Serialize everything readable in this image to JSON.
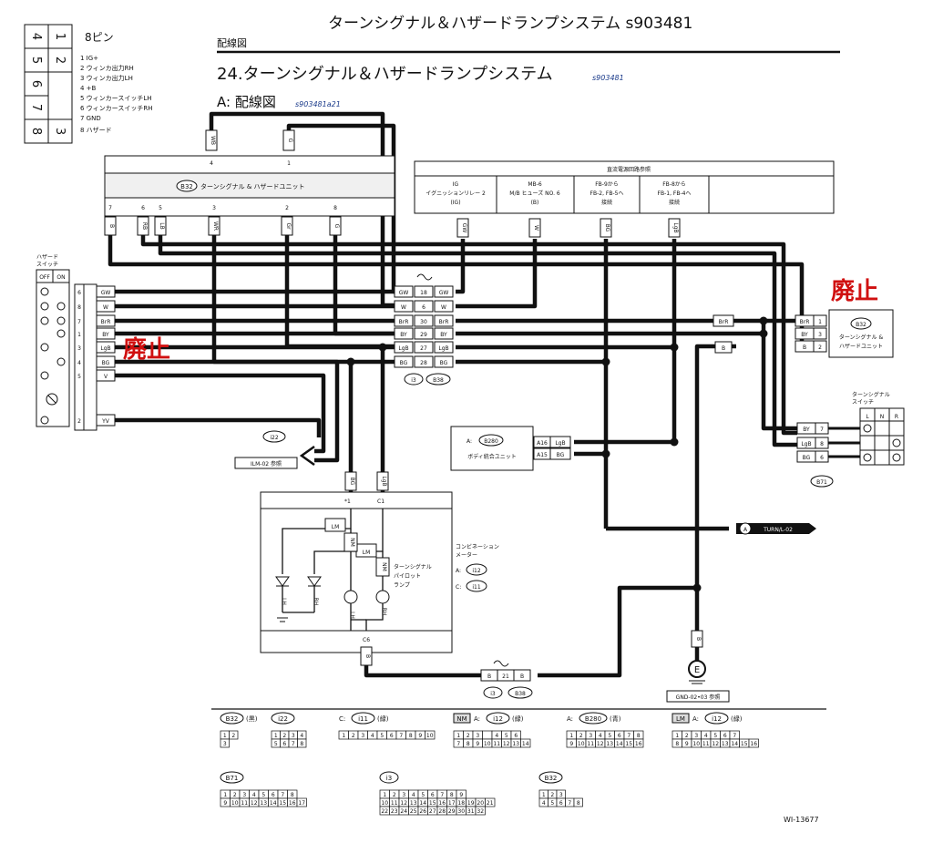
{
  "page_title": "ターンシグナル＆ハザードランプシステム s903481",
  "breadcrumb": "配線図",
  "section_title": "24.ターンシグナル＆ハザードランプシステム",
  "section_code": "s903481",
  "subsection_title": "A:  配線図",
  "subsection_code": "s903481a21",
  "figure_id": "WI-13677",
  "legend": {
    "header": "8ピン",
    "left_pins": [
      "4",
      "5",
      "6",
      "7",
      "8"
    ],
    "right_pins": [
      "1",
      "2",
      "3"
    ],
    "items": [
      "1 IG+",
      "2 ウィンカ出力RH",
      "3 ウィンカ出力LH",
      "4 +B",
      "5 ウィンカースイッチLH",
      "6 ウィンカースイッチRH",
      "7 GND",
      "8 ハザード"
    ]
  },
  "abolished_labels": [
    "廃止",
    "廃止"
  ],
  "unit_b32": {
    "code": "B32",
    "name": "ターンシグナル & ハザードユニット",
    "top_pins": [
      {
        "pin": "4",
        "wire": "WB"
      },
      {
        "pin": "1",
        "wire": "G"
      }
    ],
    "bottom_pins": [
      {
        "pin": "7",
        "wire": "B"
      },
      {
        "pin": "6",
        "wire": "RB"
      },
      {
        "pin": "5",
        "wire": "LB"
      },
      {
        "pin": "3",
        "wire": "WR"
      },
      {
        "pin": "2",
        "wire": "Gr"
      },
      {
        "pin": "8",
        "wire": "G"
      }
    ]
  },
  "power_ref": {
    "header": "直流電源回路参照",
    "cells": [
      {
        "lines": [
          "IG",
          "イグニッションリレー 2",
          "(IG)"
        ],
        "wire": "GW"
      },
      {
        "lines": [
          "MB-6",
          "M/B ヒューズ NO. 6",
          "(B)"
        ],
        "wire": "W"
      },
      {
        "lines": [
          "FB-9から",
          "FB-2, FB-5へ",
          "接続"
        ],
        "wire": "BG"
      },
      {
        "lines": [
          "FB-8から",
          "FB-1, FB-4へ",
          "接続"
        ],
        "wire": "LgB"
      }
    ]
  },
  "hazard_switch": {
    "title": [
      "ハザード",
      "スイッチ"
    ],
    "states": [
      "OFF",
      "ON"
    ],
    "pins": [
      {
        "pin": "6",
        "wire": "GW"
      },
      {
        "pin": "8",
        "wire": "W"
      },
      {
        "pin": "7",
        "wire": "BrR"
      },
      {
        "pin": "1",
        "wire": "BY"
      },
      {
        "pin": "3",
        "wire": "LgB"
      },
      {
        "pin": "4",
        "wire": "BG"
      },
      {
        "pin": "5",
        "wire": "V"
      },
      {
        "pin": "2",
        "wire": "YV"
      }
    ]
  },
  "joint_connector": {
    "rows": [
      {
        "left": "GW",
        "pin": "18",
        "right": "GW"
      },
      {
        "left": "W",
        "pin": "6",
        "right": "W"
      },
      {
        "left": "BrR",
        "pin": "30",
        "right": "BrR"
      },
      {
        "left": "BY",
        "pin": "29",
        "right": "BY"
      },
      {
        "left": "LgB",
        "pin": "27",
        "right": "LgB"
      },
      {
        "left": "BG",
        "pin": "28",
        "right": "BG"
      }
    ],
    "codes": [
      "i3",
      "B38"
    ]
  },
  "right_unit_b32": {
    "code": "B32",
    "name": [
      "ターンシグナル &",
      "ハザードユニット"
    ],
    "pins": [
      {
        "wire": "BrR",
        "pin": "1"
      },
      {
        "wire": "BY",
        "pin": "3"
      },
      {
        "wire": "B",
        "pin": "2"
      }
    ]
  },
  "brr_label": "BrR",
  "b_label": "B",
  "turn_switch": {
    "title": [
      "ターンシグナル",
      "スイッチ"
    ],
    "cols": [
      "L",
      "N",
      "R"
    ],
    "pins": [
      {
        "wire": "BY",
        "pin": "7"
      },
      {
        "wire": "LgB",
        "pin": "8"
      },
      {
        "wire": "BG",
        "pin": "6"
      }
    ],
    "code": "B71"
  },
  "body_unit": {
    "prefix": "A:",
    "code": "B280",
    "name": "ボディ統合ユニット",
    "pins": [
      {
        "pin": "A16",
        "wire": "LgB"
      },
      {
        "pin": "A15",
        "wire": "BG"
      }
    ]
  },
  "ilm_ref": "ILM-02 参照",
  "i22": "i22",
  "meter": {
    "wires_top": [
      {
        "pin": "*1",
        "wire": "BG"
      },
      {
        "pin": "C1",
        "wire": "LgB"
      }
    ],
    "lm": "LM",
    "nm": "NM",
    "lamps": [
      "LH",
      "RH"
    ],
    "bulbs": [
      "LH",
      "RH"
    ],
    "label_lines": [
      "ターンシグナル",
      "パイロット",
      "ランプ"
    ],
    "bottom_pin": "C6",
    "bottom_wire": "B"
  },
  "meter_desc": {
    "lines": [
      "コンビネーション",
      "メーター"
    ],
    "codes": [
      {
        "prefix": "A:",
        "code": "i12"
      },
      {
        "prefix": "C:",
        "code": "i11"
      }
    ]
  },
  "turn_ref": "TURN/L-02",
  "turn_ref_letter": "A",
  "ground": {
    "wire": "B",
    "symbol": "E",
    "ref": "GND-02•03 参照"
  },
  "bottom_joint": {
    "left": "B",
    "pin": "21",
    "right": "B",
    "codes": [
      "i3",
      "B38"
    ]
  },
  "connectors": [
    {
      "label": "B32",
      "note": "(黒)",
      "rows": [
        [
          "1",
          "2"
        ],
        [
          "3"
        ]
      ]
    },
    {
      "label": "i22",
      "rows": [
        [
          "1",
          "2",
          "3",
          "4"
        ],
        [
          "5",
          "6",
          "7",
          "8"
        ]
      ]
    },
    {
      "prefix": "C:",
      "label": "i11",
      "note": "(緑)",
      "rows": [
        [
          "1",
          "2",
          "3",
          "4",
          "5",
          "6",
          "7",
          "8",
          "9",
          "10"
        ]
      ]
    },
    {
      "tag": "NM",
      "prefix": "A:",
      "label": "i12",
      "note": "(緑)",
      "rows": [
        [
          "1",
          "2",
          "3",
          "",
          "4",
          "5",
          "6"
        ],
        [
          "7",
          "8",
          "9",
          "10",
          "11",
          "12",
          "13",
          "14"
        ]
      ]
    },
    {
      "prefix": "A:",
      "label": "B280",
      "note": "(青)",
      "rows": [
        [
          "1",
          "2",
          "3",
          "4",
          "5",
          "6",
          "7",
          "8"
        ],
        [
          "9",
          "10",
          "11",
          "12",
          "13",
          "14",
          "15",
          "16"
        ]
      ]
    },
    {
      "tag": "LM",
      "prefix": "A:",
      "label": "i12",
      "note": "(緑)",
      "rows": [
        [
          "1",
          "2",
          "3",
          "4",
          "5",
          "6",
          "7"
        ],
        [
          "8",
          "9",
          "10",
          "11",
          "12",
          "13",
          "14",
          "15",
          "16"
        ]
      ]
    },
    {
      "label": "B71",
      "rows": [
        [
          "1",
          "2",
          "3",
          "4",
          "5",
          "6",
          "7",
          "8"
        ],
        [
          "9",
          "10",
          "11",
          "12",
          "13",
          "14",
          "15",
          "16",
          "17"
        ]
      ]
    },
    {
      "label": "i3",
      "rows": [
        [
          "1",
          "2",
          "3",
          "4",
          "5",
          "6",
          "7",
          "8",
          "9"
        ],
        [
          "10",
          "11",
          "12",
          "13",
          "14",
          "15",
          "16",
          "17",
          "18",
          "19",
          "20",
          "21"
        ],
        [
          "22",
          "23",
          "24",
          "25",
          "26",
          "27",
          "28",
          "29",
          "30",
          "31",
          "32"
        ]
      ]
    },
    {
      "label": "B32",
      "rows": [
        [
          "1",
          "2",
          "3"
        ],
        [
          "4",
          "5",
          "6",
          "7",
          "8"
        ]
      ]
    }
  ]
}
